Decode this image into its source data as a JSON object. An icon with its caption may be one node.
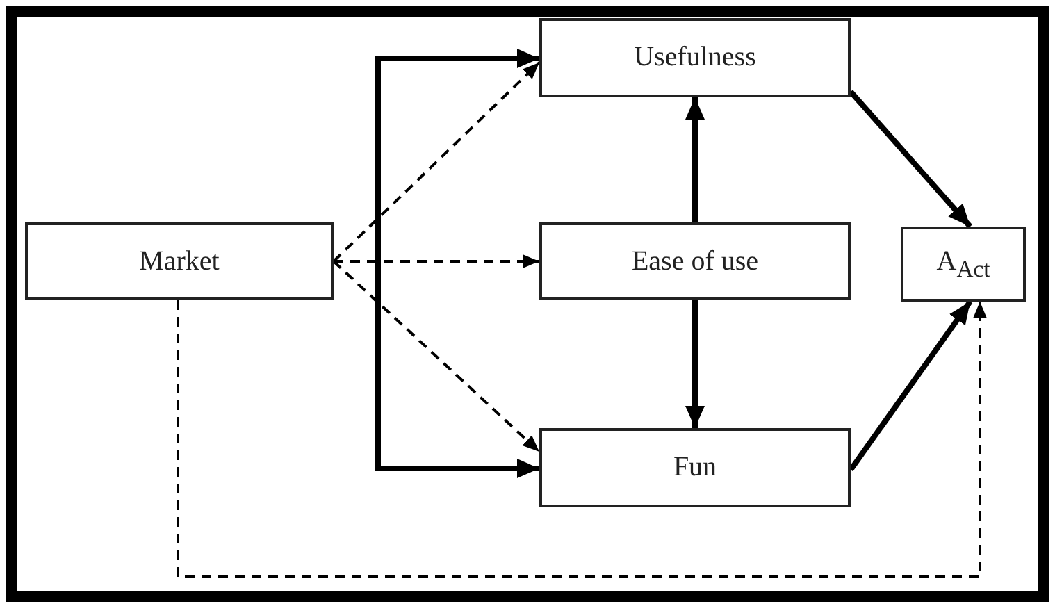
{
  "diagram": {
    "nodes": [
      {
        "text": [
          "Market"
        ]
      },
      {
        "text": [
          "Usefulness"
        ]
      },
      {
        "text": [
          "Ease of use"
        ]
      },
      {
        "text": [
          "Fun"
        ]
      },
      {
        "text": [
          "A$_{Act}$"
        ]
      }
    ],
    "edges": [
      {
        "from": 0,
        "to": 1,
        "arrow": "to",
        "style": "dashed"
      },
      {
        "from": 0,
        "to": 2,
        "arrow": "to",
        "style": "dashed"
      },
      {
        "from": 0,
        "to": 3,
        "arrow": "to",
        "style": "dashed"
      },
      {
        "from": 0,
        "to": 4,
        "arrow": "to",
        "style": "dashed"
      },
      {
        "from": 2,
        "to": 1,
        "arrow": "to"
      },
      {
        "from": 2,
        "to": 3,
        "arrow": "to"
      },
      {
        "from": 1,
        "to": 3,
        "arrow": "both"
      },
      {
        "from": 1,
        "to": 4,
        "arrow": "to"
      },
      {
        "from": 3,
        "to": 4,
        "arrow": "to"
      }
    ]
  }
}
